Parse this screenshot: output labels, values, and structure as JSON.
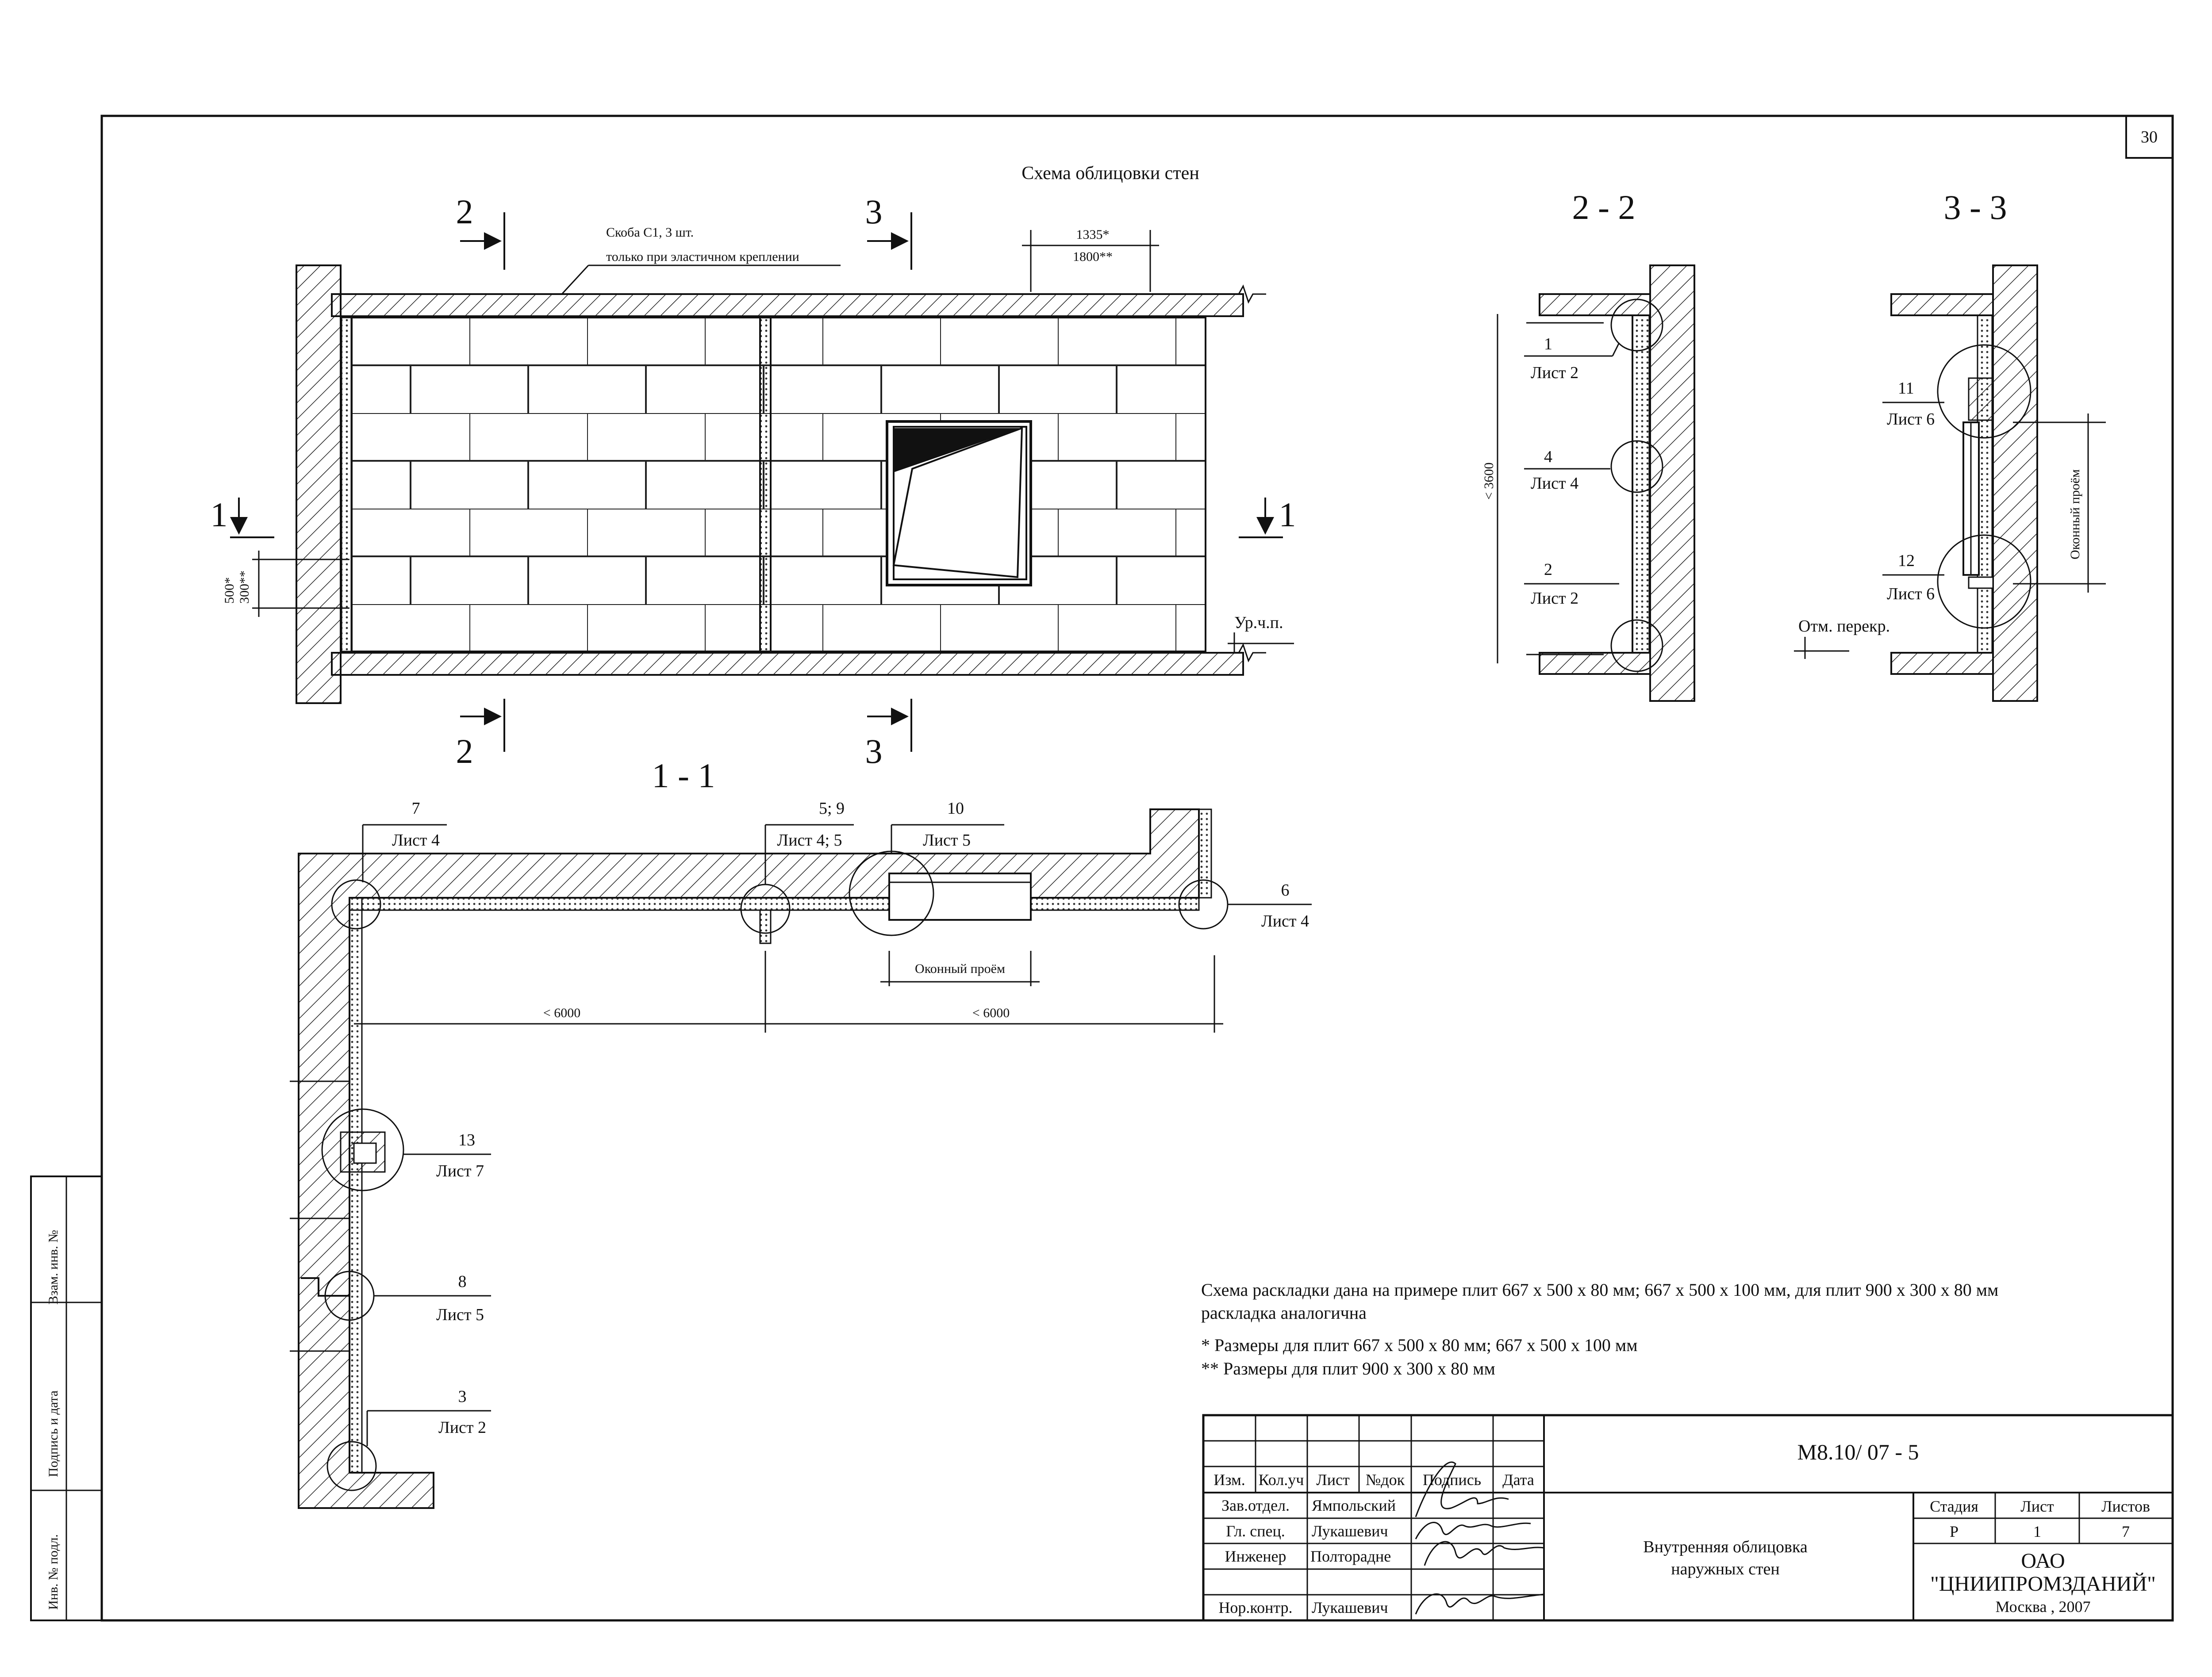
{
  "sheet_number": "30",
  "main_title": "Схема облицовки стен",
  "sections": {
    "s2_top": "2",
    "s3_top": "3",
    "s2_bottom": "2",
    "s3_bottom": "3",
    "s1_left": "1",
    "s1_right": "1",
    "title_2_2": "2 - 2",
    "title_3_3": "3 - 3",
    "title_1_1": "1 - 1"
  },
  "elevation": {
    "bracket_note_1": "Скоба С1, 3 шт.",
    "bracket_note_2": "только при эластичном креплении",
    "dim_top_1": "1335*",
    "dim_top_2": "1800**",
    "dim_side_1": "500*",
    "dim_side_2": "300**",
    "floor_level": "Ур.ч.п."
  },
  "section_2_2": {
    "height_dim": "< 3600",
    "callouts": [
      {
        "num": "1",
        "sheet": "Лист 2"
      },
      {
        "num": "4",
        "sheet": "Лист 4"
      },
      {
        "num": "2",
        "sheet": "Лист 2"
      }
    ]
  },
  "section_3_3": {
    "callouts": [
      {
        "num": "11",
        "sheet": "Лист 6"
      },
      {
        "num": "12",
        "sheet": "Лист 6"
      }
    ],
    "window_opening": "Оконный проём",
    "slab_mark": "Отм. перекр."
  },
  "plan_1_1": {
    "callouts": [
      {
        "num": "7",
        "sheet": "Лист 4"
      },
      {
        "num": "5; 9",
        "sheet": "Лист 4; 5"
      },
      {
        "num": "10",
        "sheet": "Лист 5"
      },
      {
        "num": "6",
        "sheet": "Лист 4"
      },
      {
        "num": "13",
        "sheet": "Лист 7"
      },
      {
        "num": "8",
        "sheet": "Лист 5"
      },
      {
        "num": "3",
        "sheet": "Лист 2"
      }
    ],
    "window_opening": "Оконный проём",
    "dim_1": "< 6000",
    "dim_2": "< 6000"
  },
  "notes": {
    "line1": "Схема раскладки дана на примере плит 667 х 500 х 80 мм; 667 х 500 х 100 мм, для плит 900 х 300 х 80 мм",
    "line2": "раскладка аналогична",
    "line3": "*  Размеры для плит 667 х 500 х 80 мм; 667 х 500 х 100 мм",
    "line4": "** Размеры для плит 900 х 300 х 80 мм"
  },
  "side_stamp": {
    "f1": "Взам. инв. №",
    "f2": "Подпись и дата",
    "f3": "Инв. № подл."
  },
  "title_block": {
    "doc_code": "М8.10/ 07 - 5",
    "headers": [
      "Изм.",
      "Кол.уч",
      "Лист",
      "№док",
      "Подпись",
      "Дата"
    ],
    "rows": [
      {
        "role": "Зав.отдел.",
        "name": "Ямпольский"
      },
      {
        "role": "Гл. спец.",
        "name": "Лукашевич"
      },
      {
        "role": "Инженер",
        "name": "Полторадне"
      },
      {
        "role": "Нор.контр.",
        "name": "Лукашевич"
      }
    ],
    "doc_title_1": "Внутренняя облицовка",
    "doc_title_2": "наружных стен",
    "stage_label": "Стадия",
    "sheet_label": "Лист",
    "sheets_label": "Листов",
    "stage": "Р",
    "sheet": "1",
    "sheets": "7",
    "org_1": "ОАО",
    "org_2": "\"ЦНИИПРОМЗДАНИЙ\"",
    "org_3": "Москва , 2007"
  }
}
